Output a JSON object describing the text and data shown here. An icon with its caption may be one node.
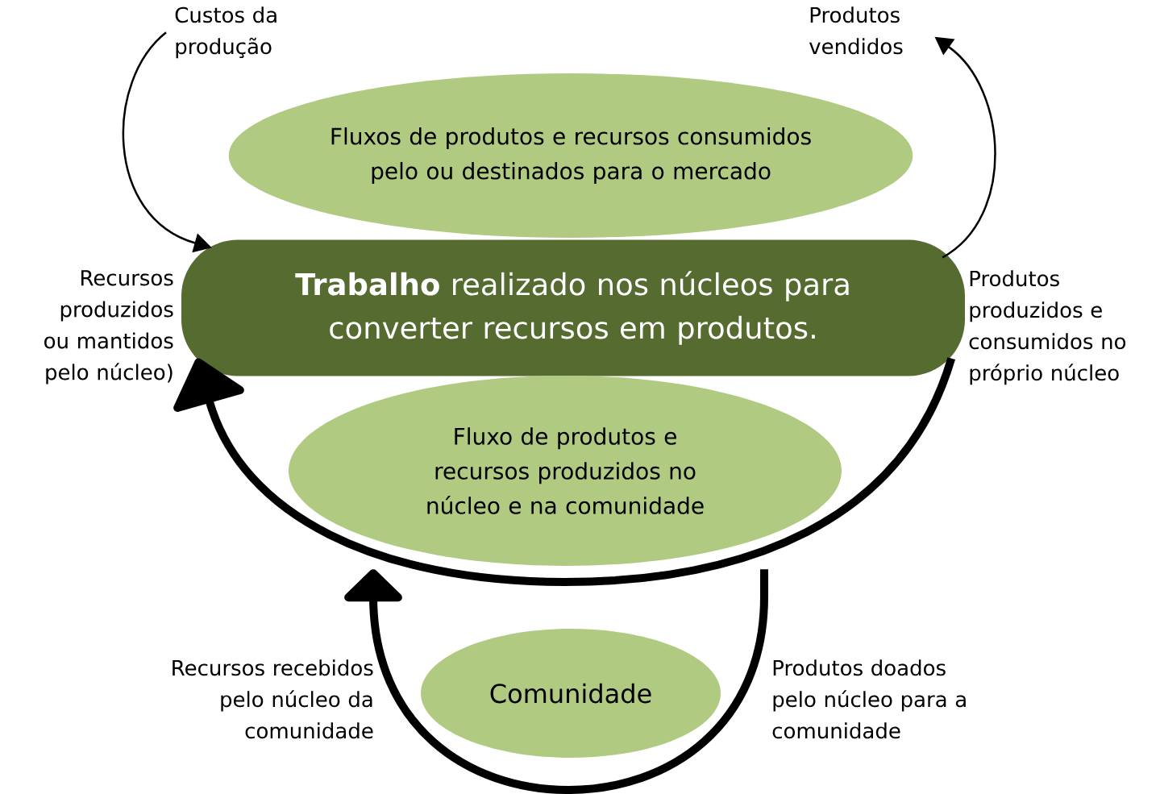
{
  "diagram": {
    "nodes": [
      {
        "text": [
          "Fluxos de produtos e recursos consumidos pelo ou destinados para o mercado"
        ]
      },
      {
        "text": [
          "**Trabalho** realizado nos núcleos para converter recursos em produtos."
        ]
      },
      {
        "text": [
          "Fluxo de produtos e recursos produzidos no núcleo e na comunidade"
        ]
      },
      {
        "text": [
          "Comunidade"
        ]
      },
      {
        "text": [
          "Custos da produção"
        ]
      },
      {
        "text": [
          "Produtos vendidos"
        ]
      }
    ],
    "edges": [
      {
        "from": 4,
        "to": 1,
        "arrow": "to"
      },
      {
        "from": 1,
        "to": 5,
        "arrow": "to"
      },
      {
        "from": 1,
        "to": 1,
        "arrow": "to",
        "style": "thick"
      },
      {
        "from": 2,
        "to": 2,
        "arrow": "to",
        "style": "thick"
      }
    ],
    "labels": [
      "Recursos produzidos ou mantidos pelo núcleo)",
      "Produtos produzidos e consumidos no próprio núcleo",
      "Recursos recebidos pelo núcleo da comunidade",
      "Produtos doados pelo núcleo para a comunidade"
    ]
  }
}
